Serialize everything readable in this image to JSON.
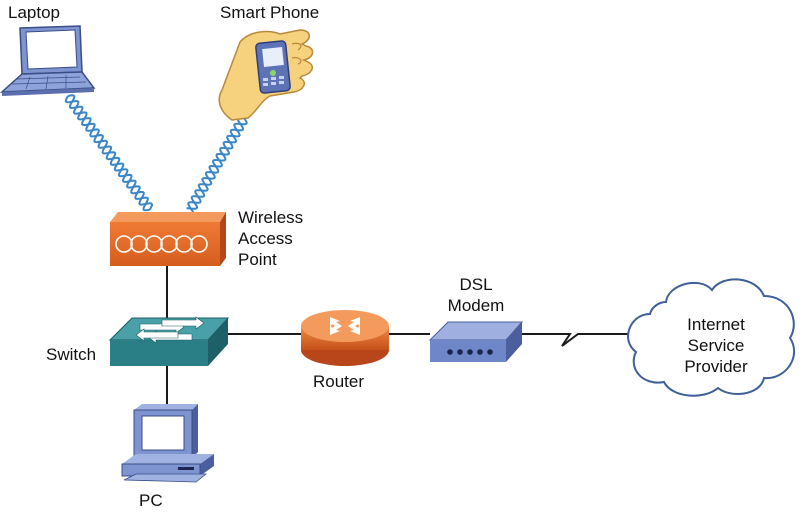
{
  "nodes": {
    "laptop": {
      "label": "Laptop",
      "icon": "laptop-icon"
    },
    "smartphone": {
      "label": "Smart Phone",
      "icon": "smartphone-in-hand-icon"
    },
    "access_point": {
      "lines": [
        "Wireless",
        "Access",
        "Point"
      ],
      "icon": "wireless-access-point-icon"
    },
    "switch": {
      "label": "Switch",
      "icon": "switch-icon"
    },
    "router": {
      "label": "Router",
      "icon": "router-icon"
    },
    "modem": {
      "lines": [
        "DSL",
        "Modem"
      ],
      "icon": "dsl-modem-icon"
    },
    "isp": {
      "lines": [
        "Internet",
        "Service",
        "Provider"
      ],
      "icon": "cloud-icon"
    },
    "pc": {
      "label": "PC",
      "icon": "desktop-pc-icon"
    }
  },
  "colors": {
    "wireless_wave": "#3b86c6",
    "access_point": "#e8702c",
    "switch": "#2a7e86",
    "router": "#e06a22",
    "modem": "#6f86c8",
    "laptop": "#7d94d0",
    "pc": "#7d94d0",
    "hand": "#f6d27e",
    "phone": "#5d73b6",
    "cloud_stroke": "#3f5f98",
    "line": "#1a1a1a"
  }
}
